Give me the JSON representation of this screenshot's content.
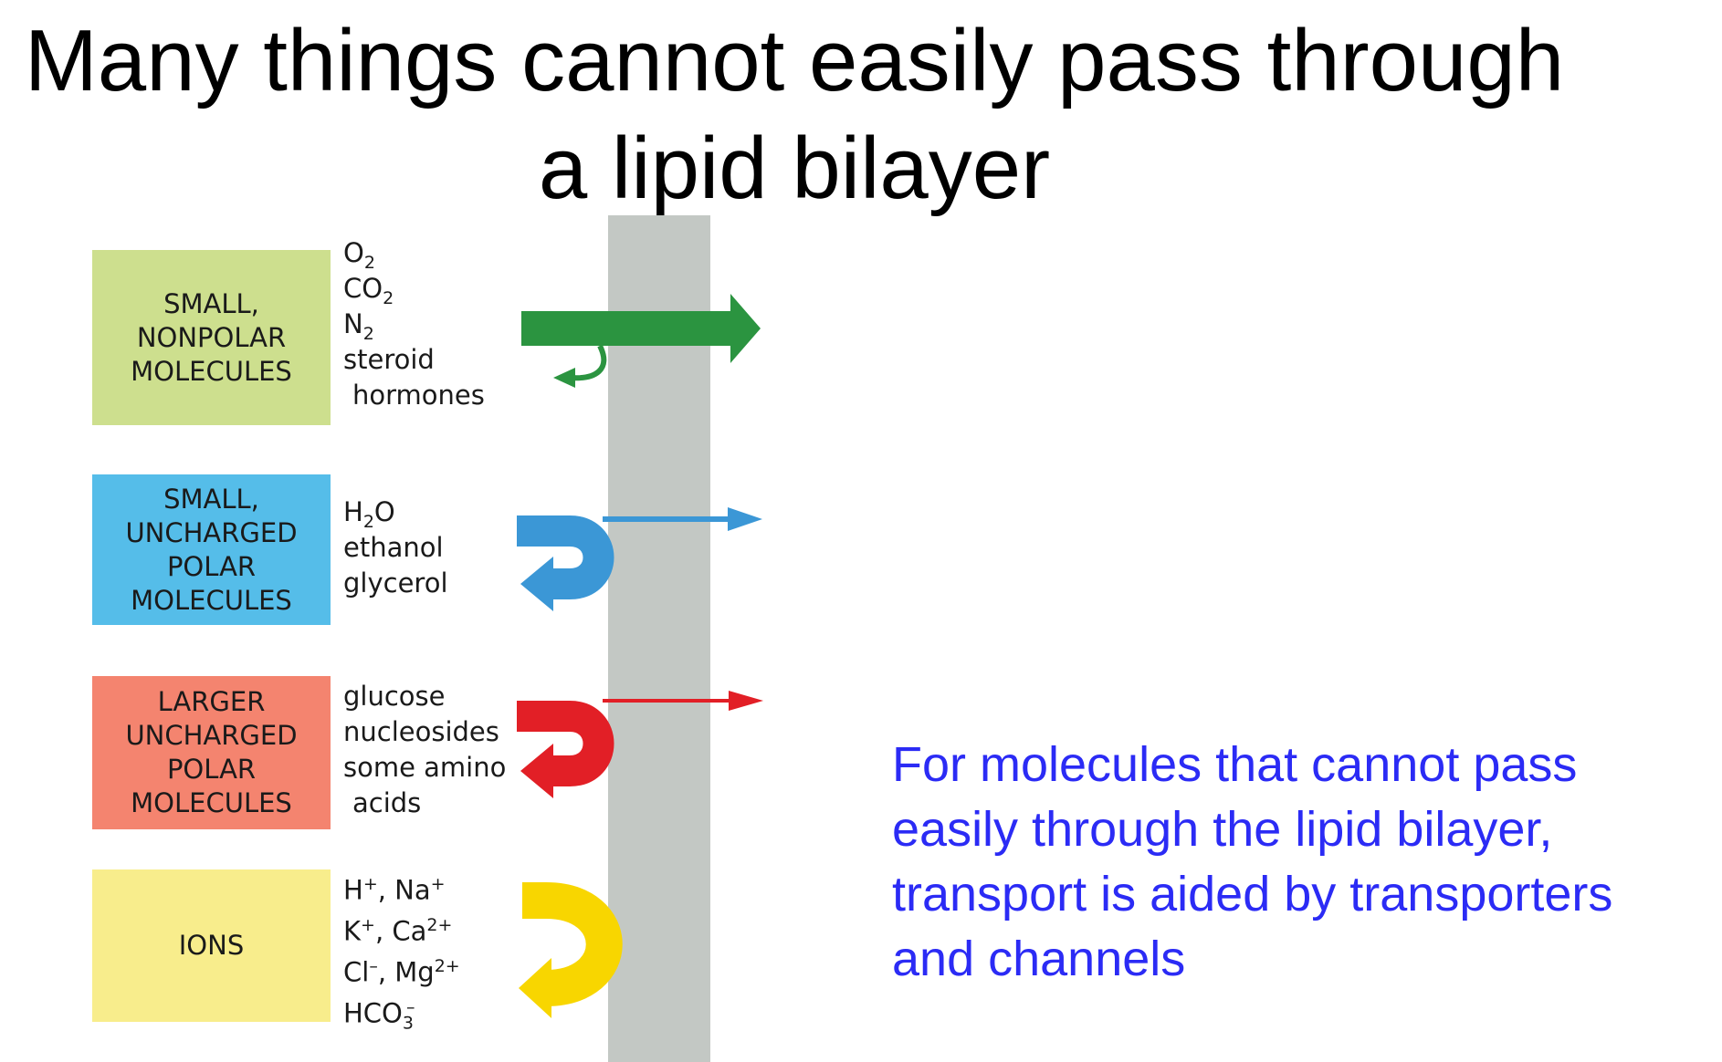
{
  "title": {
    "line1": "Many things cannot easily pass through",
    "line2": "a lipid bilayer"
  },
  "categories": [
    {
      "id": "small-nonpolar",
      "color": "#cddf8e",
      "lines": [
        "SMALL,",
        "NONPOLAR",
        "MOLECULES"
      ],
      "molecules": [
        {
          "base": "O",
          "sub": "2",
          "indent": false
        },
        {
          "base": "CO",
          "sub": "2",
          "indent": false
        },
        {
          "base": "N",
          "sub": "2",
          "indent": false
        },
        {
          "text": "steroid",
          "indent": false
        },
        {
          "text": "hormones",
          "indent": true
        }
      ]
    },
    {
      "id": "small-uncharged-polar",
      "color": "#55bde9",
      "lines": [
        "SMALL,",
        "UNCHARGED",
        "POLAR",
        "MOLECULES"
      ],
      "molecules": [
        {
          "pre": "H",
          "sub": "2",
          "post": "O",
          "indent": false
        },
        {
          "text": "ethanol",
          "indent": false
        },
        {
          "text": "glycerol",
          "indent": false
        }
      ]
    },
    {
      "id": "larger-uncharged-polar",
      "color": "#f4846f",
      "lines": [
        "LARGER",
        "UNCHARGED",
        "POLAR",
        "MOLECULES"
      ],
      "molecules": [
        {
          "text": "glucose",
          "indent": false
        },
        {
          "text": "nucleosides",
          "indent": false
        },
        {
          "text": "some amino",
          "indent": false
        },
        {
          "text": "acids",
          "indent": true
        }
      ]
    },
    {
      "id": "ions",
      "color": "#f8ed8c",
      "lines": [
        "IONS"
      ],
      "molecules": [
        {
          "ion1": "H",
          "sup1": "+",
          "ion2": "Na",
          "sup2": "+"
        },
        {
          "ion1": "K",
          "sup1": "+",
          "ion2": "Ca",
          "sup2": "2+"
        },
        {
          "ion1": "Cl",
          "sup1": "–",
          "ion2": "Mg",
          "sup2": "2+"
        },
        {
          "pre": "HCO",
          "sub": "3",
          "sup": "–"
        }
      ]
    }
  ],
  "arrow_colors": {
    "nonpolar": "#2b9440",
    "polar": "#3b97d6",
    "larger": "#e21f26",
    "ions": "#f8d600"
  },
  "membrane_color": "#c3c8c4",
  "note": {
    "lines": [
      "For molecules that cannot pass",
      "easily through the lipid bilayer,",
      "transport is aided by transporters",
      "and channels"
    ]
  }
}
